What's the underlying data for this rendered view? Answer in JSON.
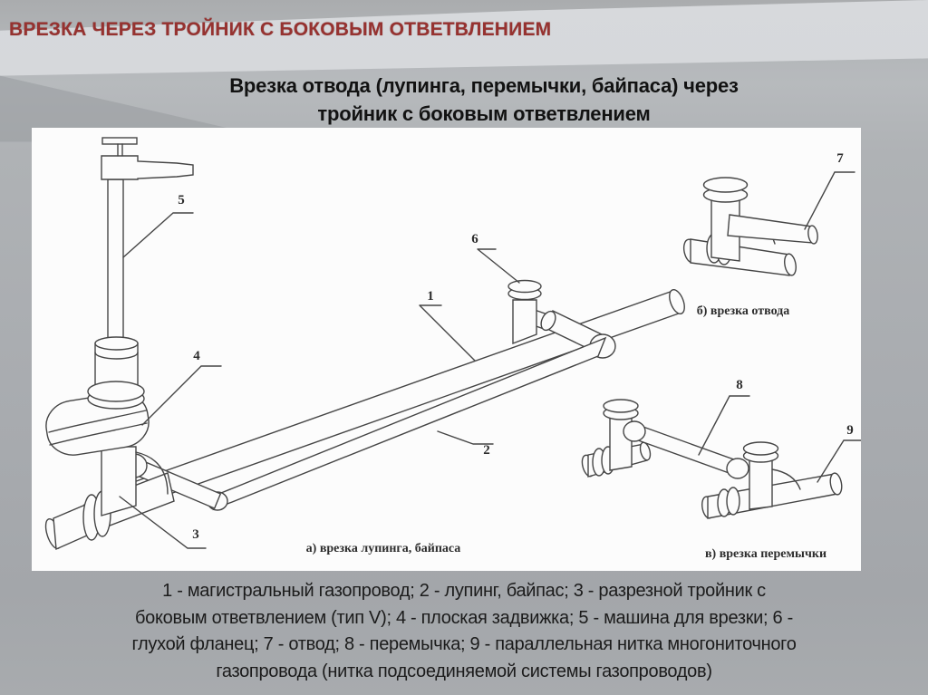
{
  "slide": {
    "title": "ВРЕЗКА ЧЕРЕЗ ТРОЙНИК С БОКОВЫМ ОТВЕТВЛЕНИЕМ",
    "subtitle_line1": "Врезка отвода (лупинга, перемычки, байпаса) через",
    "subtitle_line2": "тройник с боковым ответвлением"
  },
  "colors": {
    "title_accent": "#963230",
    "body_text": "#1b1b1b",
    "panel_background": "#fcfcfc",
    "background_gray": "#a9acb0"
  },
  "figure": {
    "captions": {
      "a": "а) врезка лупинга, байпаса",
      "b": "б) врезка отвода",
      "v": "в) врезка перемычки"
    },
    "callouts": {
      "c1": "1",
      "c2": "2",
      "c3": "3",
      "c4": "4",
      "c5": "5",
      "c6": "6",
      "c7": "7",
      "c8": "8",
      "c9": "9"
    }
  },
  "legend": {
    "lines": [
      "1 - магистральный газопровод; 2 - лупинг, байпас; 3 - разрезной тройник с",
      "боковым ответвлением (тип V); 4 - плоская задвижка; 5 - машина для врезки; 6 -",
      "глухой фланец; 7 - отвод; 8 - перемычка; 9 - параллельная нитка многониточного",
      "газопровода (нитка подсоединяемой системы газопроводов)"
    ]
  }
}
